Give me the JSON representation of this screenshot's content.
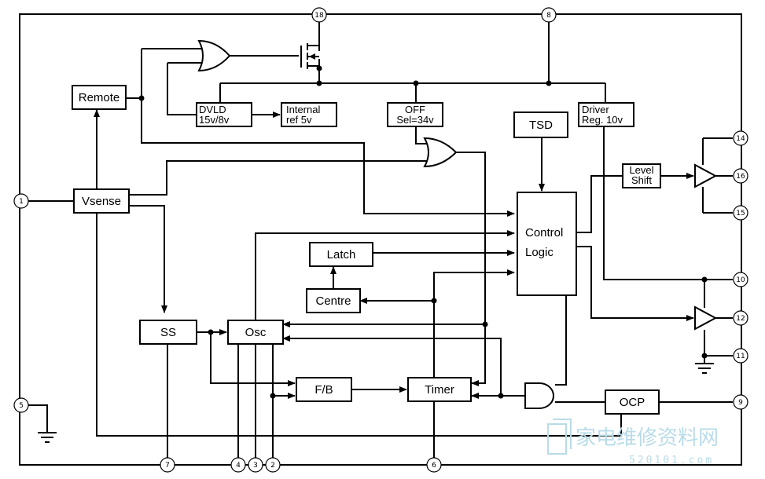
{
  "blocks": {
    "remote": "Remote",
    "vsense": "Vsense",
    "dvld_1": "DVLD",
    "dvld_2": "15v/8v",
    "internal_1": "Internal",
    "internal_2": "ref 5v",
    "off_1": "OFF",
    "off_2": "Sel=34v",
    "tsd": "TSD",
    "driver_1": "Driver",
    "driver_2": "Reg. 10v",
    "level_1": "Level",
    "level_2": "Shift",
    "control_1": "Control",
    "control_2": "Logic",
    "latch": "Latch",
    "centre": "Centre",
    "ss": "SS",
    "osc": "Osc",
    "fb": "F/B",
    "timer": "Timer",
    "ocp": "OCP"
  },
  "pins": {
    "p18": "18",
    "p8": "8",
    "p1": "1",
    "p5": "5",
    "p7": "7",
    "p4": "4",
    "p3": "3",
    "p2": "2",
    "p6": "6",
    "p14": "14",
    "p16": "16",
    "p15": "15",
    "p10": "10",
    "p12": "12",
    "p11": "11",
    "p9": "9"
  },
  "watermark": {
    "cn": "家电维修资料网",
    "url": "520101.com"
  }
}
